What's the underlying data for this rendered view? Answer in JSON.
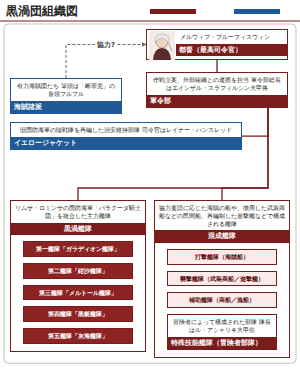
{
  "diagram": {
    "title": "黒渦団組織図",
    "nodes": [
      {
        "text": [
          "都督（最高司令官）",
          "メルウィブ・ブルーフィスウィン"
        ]
      },
      {
        "text": [
          "海賊諸派",
          "有力海賊団たち 筆頭は「断罪党」の首領フルフル"
        ]
      },
      {
        "text": [
          "軍令部",
          "作戦立案、外部組織との連携を担当 軍令部総長はエインザル・スラフィルシン大甲将"
        ]
      },
      {
        "text": [
          "イエロージャケット",
          "旧国防海軍の陸戦隊を再編した治安維持部隊 司令官はレイナー・ハンスレッド"
        ]
      },
      {
        "text": [
          "黒渦艦隊",
          "リムサ・ロミンサの国防海軍「バラクーダ騎士団」を統合した主力艦隊"
        ]
      },
      {
        "text": [
          "第一艦隊「ガラディオン艦隊」"
        ],
        "in": 4
      },
      {
        "text": [
          "第二艦隊「紺沙艦隊」"
        ],
        "in": 4
      },
      {
        "text": [
          "第三艦隊「メルトール艦隊」"
        ],
        "in": 4
      },
      {
        "text": [
          "第四艦隊「黒艇艦隊」"
        ],
        "in": 4
      },
      {
        "text": [
          "第五艦隊「灰海艦隊」"
        ],
        "in": 4
      },
      {
        "text": [
          "混成艦隊",
          "協力要請に応じた海賊の船や、徴用した武装商船などの民間船。再編制した遊撃艦などで構成される艦隊"
        ]
      },
      {
        "text": [
          "打撃艦隊（海賊船）"
        ],
        "in": 10
      },
      {
        "text": [
          "襲撃艦隊（武装商船／遊撃艦）"
        ],
        "in": 10
      },
      {
        "text": [
          "補助艦隊（商船／漁船）"
        ],
        "in": 10
      },
      {
        "text": [
          "特殊技能艦隊（冒険者部隊）",
          "冒険者によって構成された部隊 隊長はル・アシャリキ大甲佐"
        ],
        "in": 10
      }
    ],
    "edges": [
      {
        "from": 1,
        "to": 0,
        "label": "協力?",
        "arrow": "to"
      },
      {
        "from": 0,
        "to": 2,
        "arrow": "none"
      },
      {
        "from": 2,
        "to": 3,
        "arrow": "none"
      },
      {
        "from": 2,
        "to": 4,
        "arrow": "none"
      },
      {
        "from": 2,
        "to": 10,
        "arrow": "none"
      }
    ]
  }
}
